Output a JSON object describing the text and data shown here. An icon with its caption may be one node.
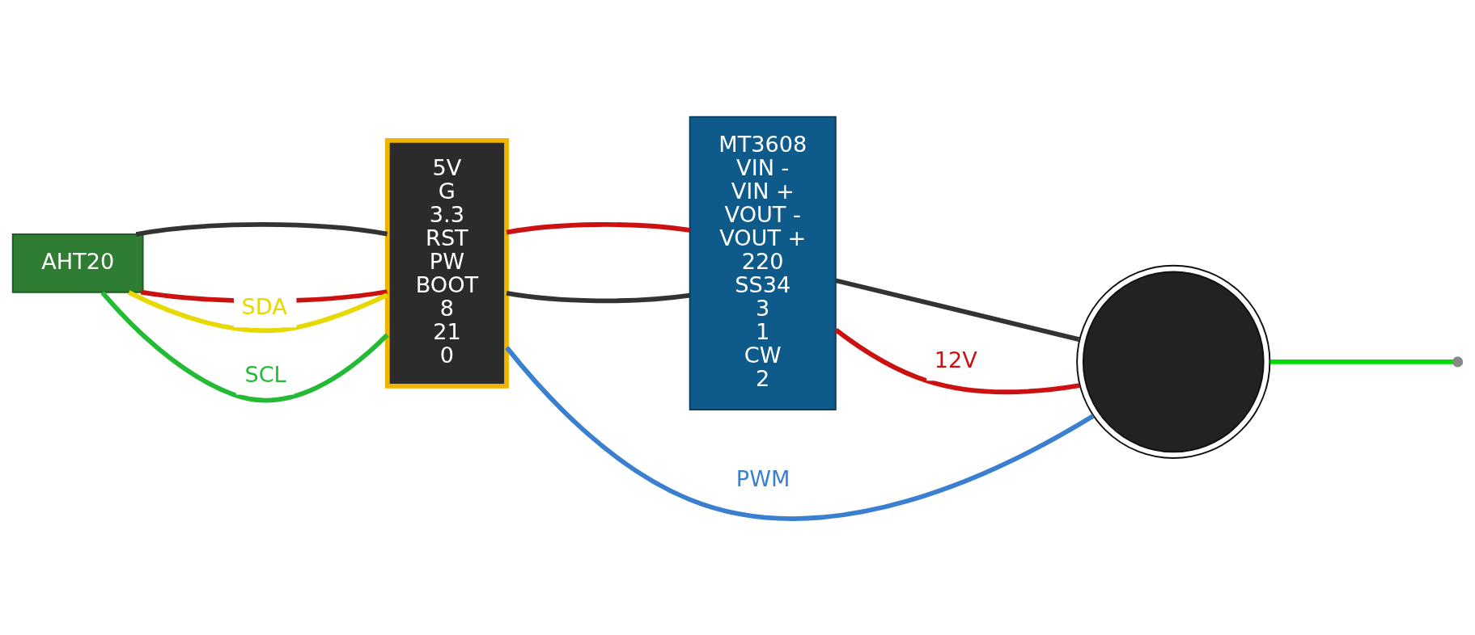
{
  "diagram": {
    "nodes": [
      {
        "text": [
          "AHT20"
        ]
      },
      {
        "text": [
          "5V",
          "G",
          "3.3",
          "RST",
          "PW",
          "BOOT",
          "8",
          "21",
          "0"
        ]
      },
      {
        "text": [
          "MT3608",
          "VIN -",
          "VIN +",
          "VOUT -",
          "VOUT +",
          "220",
          "SS34",
          "3",
          "1",
          "CW",
          "2"
        ]
      },
      {
        "text": [],
        "shape": "picture"
      }
    ],
    "edges": [
      {
        "from": 0,
        "to": 1,
        "arrow": "none",
        "color": "#cc1111"
      },
      {
        "from": 0,
        "to": 1,
        "arrow": "none",
        "color": "#333333"
      },
      {
        "from": 0,
        "to": 1,
        "arrow": "none",
        "label": "SDA",
        "color": "#e6d800"
      },
      {
        "from": 0,
        "to": 1,
        "arrow": "none",
        "label": "SCL",
        "color": "#22bb33"
      },
      {
        "from": 1,
        "to": 2,
        "arrow": "none",
        "color": "#333333"
      },
      {
        "from": 1,
        "to": 2,
        "arrow": "none",
        "color": "#cc1111"
      },
      {
        "from": 1,
        "to": 3,
        "arrow": "none",
        "label": "PWM",
        "color": "#3a7fd0"
      },
      {
        "from": 2,
        "to": 3,
        "arrow": "none",
        "color": "#333333"
      },
      {
        "from": 2,
        "to": 3,
        "arrow": "none",
        "label": "12V",
        "color": "#cc1111"
      },
      {
        "from": 3,
        "to": null,
        "arrow": "none",
        "color": "#00dd00"
      }
    ]
  }
}
